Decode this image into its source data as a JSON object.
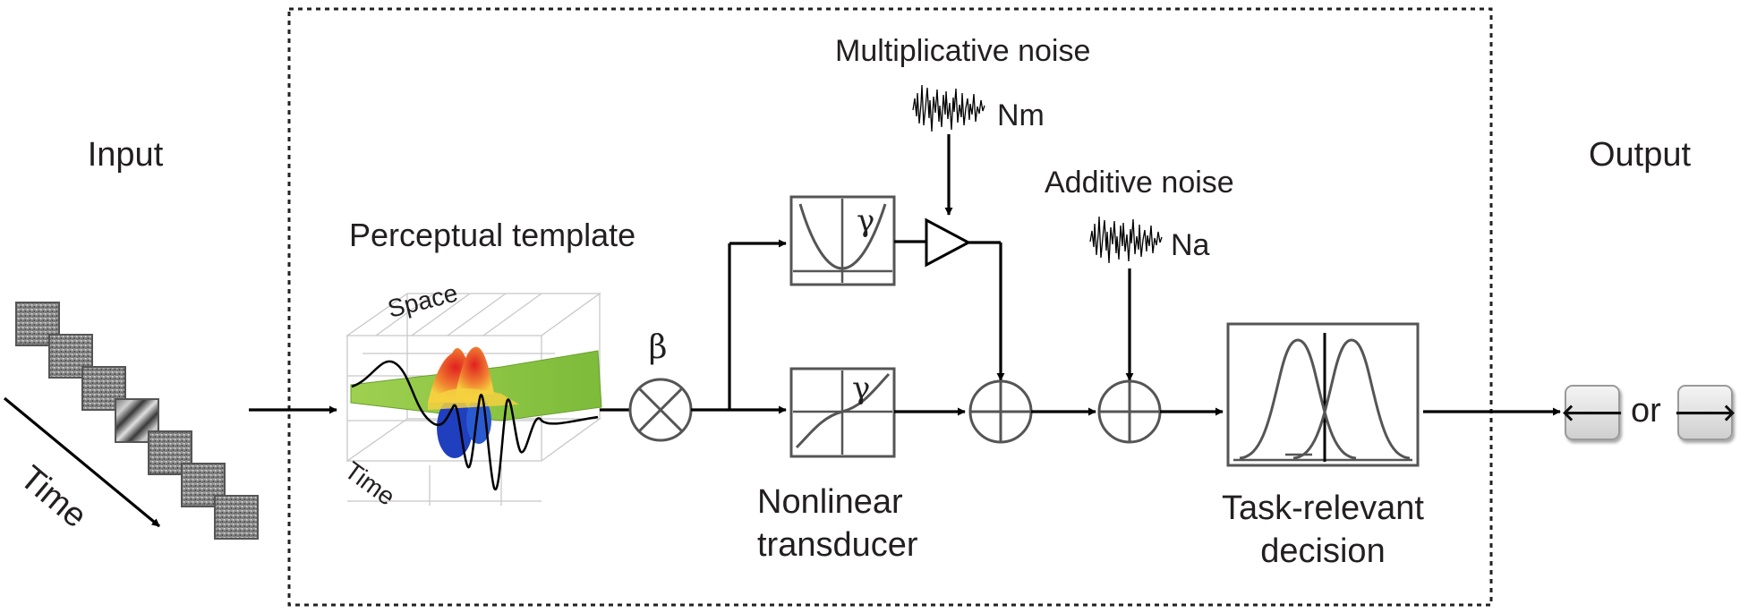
{
  "labels": {
    "input": "Input",
    "output": "Output",
    "time_input": "Time",
    "perceptual_template": "Perceptual template",
    "space_axis": "Space",
    "time_axis": "Time",
    "beta": "β",
    "gamma_top": "γ",
    "gamma_bottom": "γ",
    "multiplicative_noise": "Multiplicative noise",
    "nm": "Nm",
    "additive_noise": "Additive noise",
    "na": "Na",
    "nonlinear_1": "Nonlinear",
    "nonlinear_2": "transducer",
    "decision_1": "Task-relevant",
    "decision_2": "decision",
    "or": "or"
  },
  "keys": {
    "left_icon": "left-arrow-icon",
    "left_glyph": "🡐",
    "right_icon": "right-arrow-icon",
    "right_glyph": "🡒"
  },
  "colors": {
    "surface_green": "#8cc63f",
    "peak_red": "#e02020",
    "peak_yellow": "#f4d03f",
    "trough_blue": "#1f3fbf"
  }
}
